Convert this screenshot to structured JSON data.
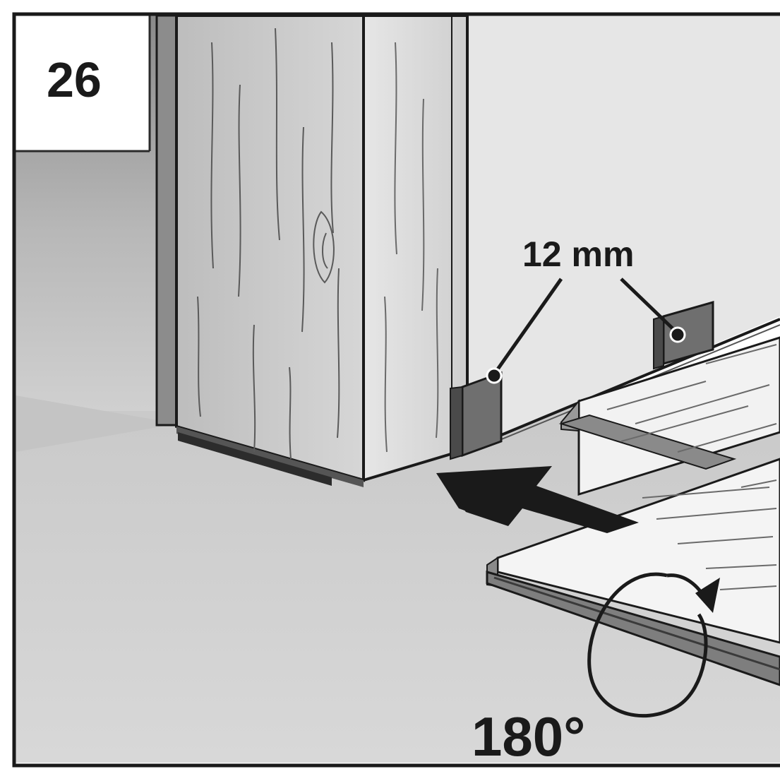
{
  "step": {
    "number": "26"
  },
  "annotations": {
    "spacer_gap": "12 mm",
    "rotation": "180°"
  },
  "colors": {
    "ink": "#1a1a1a",
    "wall": "#e4e4e4",
    "floor": "#d2d2d2",
    "spacer": "#6f6f6f",
    "plank_face": "#f2f2f2"
  }
}
